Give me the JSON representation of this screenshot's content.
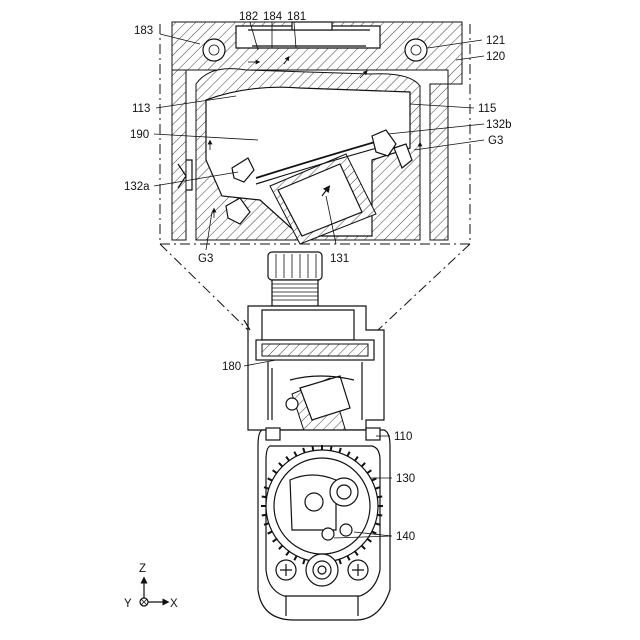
{
  "reference_numerals": {
    "n183": "183",
    "n182": "182",
    "n184": "184",
    "n181": "181",
    "n121": "121",
    "n120": "120",
    "n113": "113",
    "n115": "115",
    "n190": "190",
    "n132b": "132b",
    "n132a": "132a",
    "n131": "131",
    "g3_right": "G3",
    "g3_left": "G3",
    "n180": "180",
    "n110": "110",
    "n130": "130",
    "n140": "140"
  },
  "axes": {
    "z": "Z",
    "y": "Y",
    "x": "X"
  }
}
